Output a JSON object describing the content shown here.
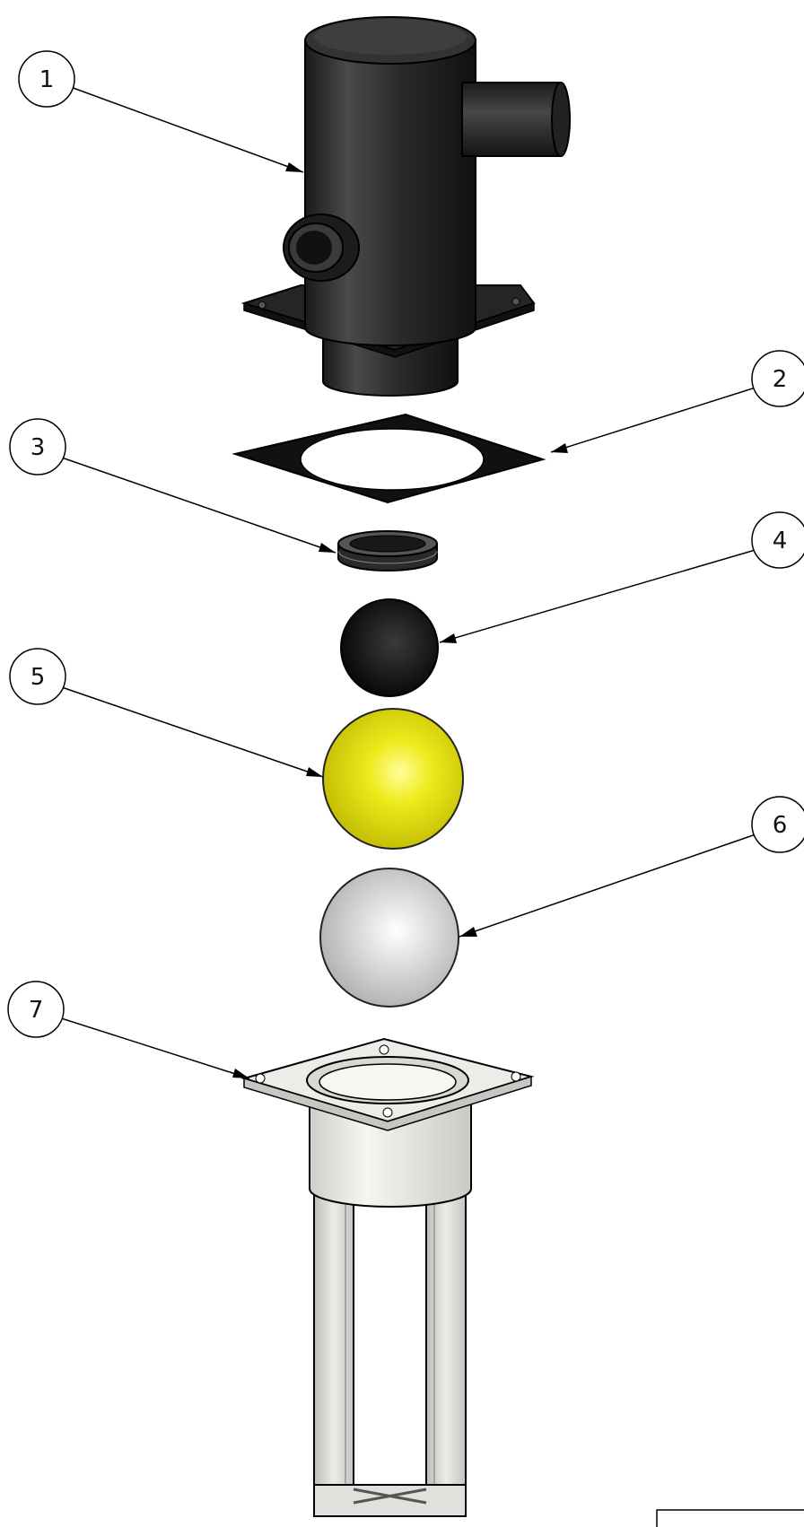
{
  "drawing": {
    "type": "exploded assembly view",
    "balloons": [
      {
        "label": "1",
        "part": "valve-body"
      },
      {
        "label": "2",
        "part": "square-gasket"
      },
      {
        "label": "3",
        "part": "threaded-seat-ring"
      },
      {
        "label": "4",
        "part": "black-ball"
      },
      {
        "label": "5",
        "part": "yellow-ball"
      },
      {
        "label": "6",
        "part": "gray-ball"
      },
      {
        "label": "7",
        "part": "ball-cage-bracket"
      }
    ],
    "colors": {
      "body": "#2a2a2a",
      "gasket": "#111111",
      "ball_black": "#0d0d0d",
      "ball_yellow": "#e8e000",
      "ball_gray": "#d0d0d0",
      "cage": "#e3e3e0",
      "outline": "#000000"
    }
  }
}
